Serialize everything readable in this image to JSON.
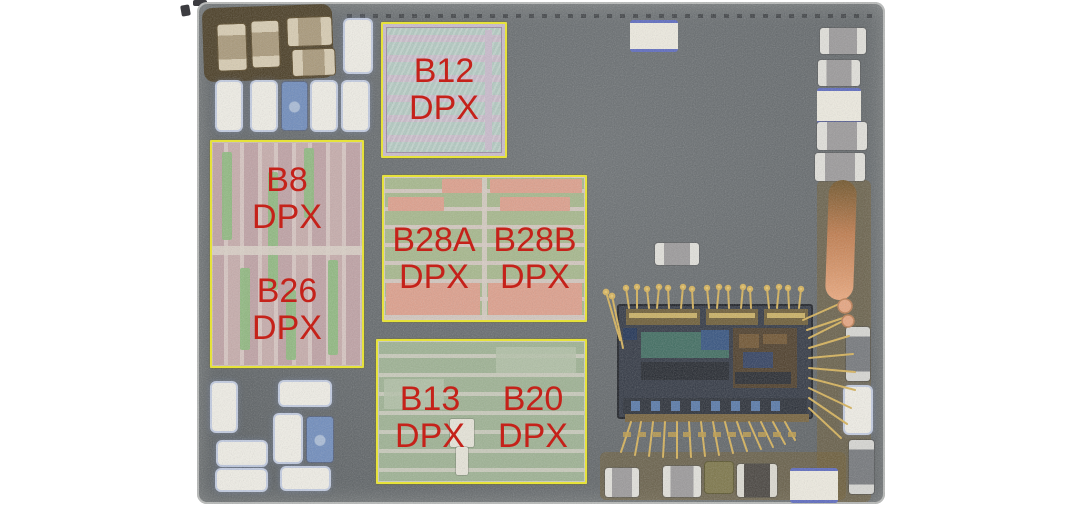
{
  "figure": {
    "type": "annotated die photo",
    "subject": "RF front-end module substrate with duplexer dies outlined",
    "label_suffix": "DPX"
  },
  "colors": {
    "annotation_red": "#c5221a",
    "box_yellow": "#e6e23a",
    "substrate_gray": "#63686b",
    "copper": "#e0996f"
  },
  "regions": [
    {
      "id": "b12",
      "line1": "B12",
      "line2": "DPX"
    },
    {
      "id": "b8",
      "line1": "B8",
      "line2": "DPX"
    },
    {
      "id": "b26",
      "line1": "B26",
      "line2": "DPX"
    },
    {
      "id": "b28a",
      "line1": "B28A",
      "line2": "DPX"
    },
    {
      "id": "b28b",
      "line1": "B28B",
      "line2": "DPX"
    },
    {
      "id": "b13",
      "line1": "B13",
      "line2": "DPX"
    },
    {
      "id": "b20",
      "line1": "B20",
      "line2": "DPX"
    }
  ]
}
